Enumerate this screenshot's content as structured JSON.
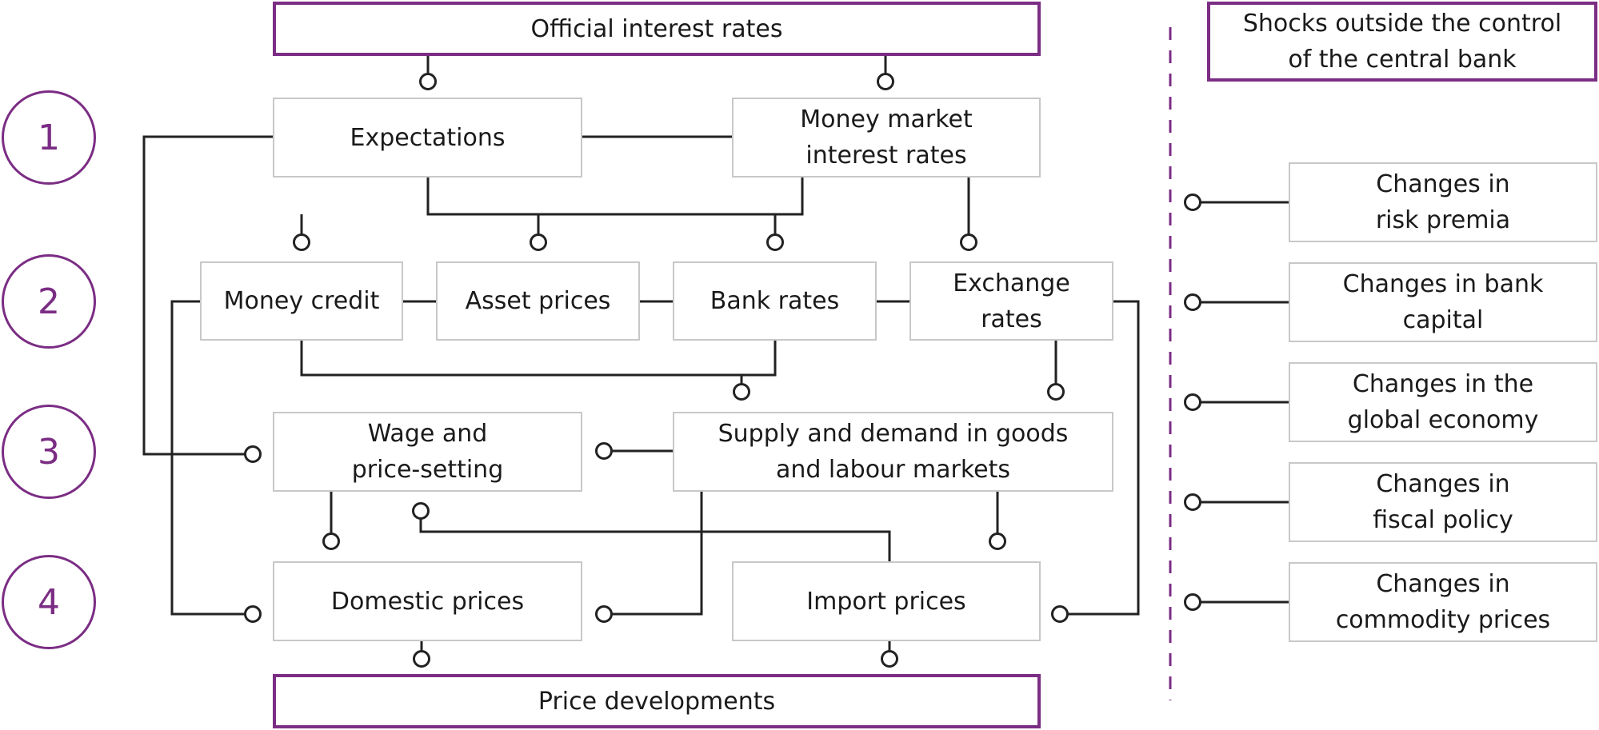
{
  "header": {
    "title": "Official interest rates"
  },
  "footer": {
    "title": "Price developments"
  },
  "shocks": {
    "title": "Shocks outside the control\nof the central bank",
    "items": [
      "Changes in\nrisk premia",
      "Changes in bank\ncapital",
      "Changes in the\nglobal economy",
      "Changes in\nfiscal policy",
      "Changes in\ncommodity prices"
    ]
  },
  "steps": [
    "1",
    "2",
    "3",
    "4"
  ],
  "nodes": {
    "expectations": "Expectations",
    "money_market": "Money market\ninterest rates",
    "money_credit": "Money credit",
    "asset_prices": "Asset prices",
    "bank_rates": "Bank rates",
    "exchange_rates": "Exchange\nrates",
    "wage_price": "Wage and\nprice-setting",
    "supply_demand": "Supply and demand in goods\nand labour markets",
    "domestic_prices": "Domestic prices",
    "import_prices": "Import prices"
  },
  "colors": {
    "accent": "#7b2d84",
    "box_border": "#c8c8c8",
    "line": "#222222"
  }
}
